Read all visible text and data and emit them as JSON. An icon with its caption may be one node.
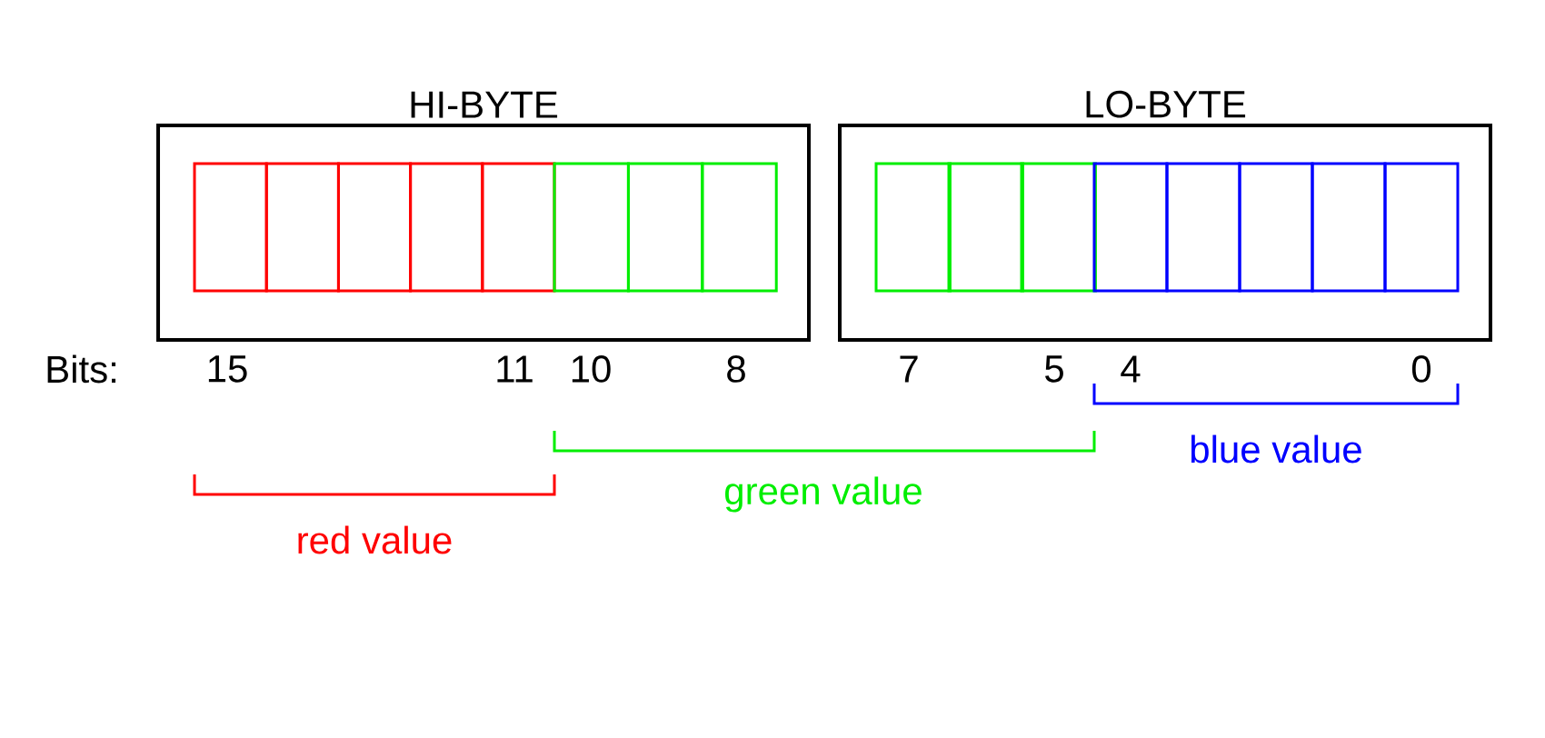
{
  "diagram": {
    "nodes": [
      {
        "text": [
          "HI-BYTE"
        ]
      },
      {
        "text": [],
        "shape": "box",
        "in": 0
      },
      {
        "text": [],
        "shape": "box",
        "in": 0
      },
      {
        "text": [],
        "shape": "box",
        "in": 0
      },
      {
        "text": [],
        "shape": "box",
        "in": 0
      },
      {
        "text": [],
        "shape": "box",
        "in": 0
      },
      {
        "text": [],
        "shape": "box",
        "in": 0
      },
      {
        "text": [],
        "shape": "box",
        "in": 0
      },
      {
        "text": [],
        "shape": "box",
        "in": 0
      },
      {
        "text": [
          "LO-BYTE"
        ]
      },
      {
        "text": [],
        "shape": "box",
        "in": 9
      },
      {
        "text": [],
        "shape": "box",
        "in": 9
      },
      {
        "text": [],
        "shape": "box",
        "in": 9
      },
      {
        "text": [],
        "shape": "box",
        "in": 9
      },
      {
        "text": [],
        "shape": "box",
        "in": 9
      },
      {
        "text": [],
        "shape": "box",
        "in": 9
      },
      {
        "text": [],
        "shape": "box",
        "in": 9
      },
      {
        "text": [],
        "shape": "box",
        "in": 9
      }
    ],
    "labels": [
      "Bits:",
      "15",
      "11",
      "10",
      "8",
      "7",
      "5",
      "4",
      "0",
      "blue value",
      "green value",
      "red value"
    ]
  }
}
